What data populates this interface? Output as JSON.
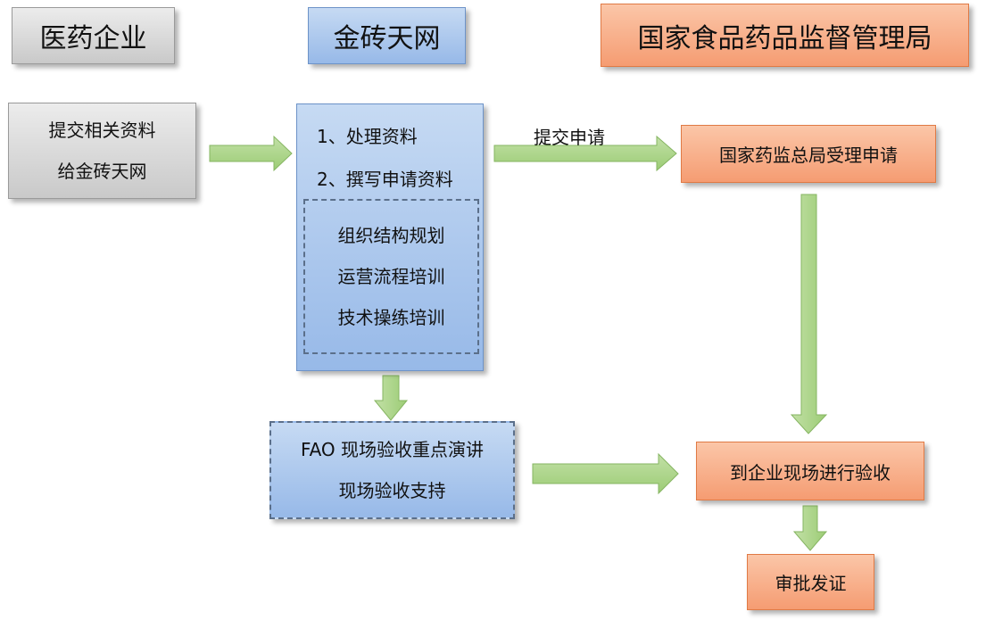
{
  "headers": {
    "pharma": "医药企业",
    "jinzhuan": "金砖天网",
    "fda": "国家食品药品监督管理局"
  },
  "pharma_box": {
    "line1": "提交相关资料",
    "line2": "给金砖天网"
  },
  "process_box": {
    "step1": "1、处理资料",
    "step2": "2、撰写申请资料",
    "sub_items": [
      "组织结构规划",
      "运营流程培训",
      "技术操练培训"
    ]
  },
  "fao_box": {
    "line1": "FAO 现场验收重点演讲",
    "line2": "现场验收支持"
  },
  "arrow_label": "提交申请",
  "orange_boxes": {
    "accept": "国家药监总局受理申请",
    "inspect": "到企业现场进行验收",
    "approve": "审批发证"
  }
}
